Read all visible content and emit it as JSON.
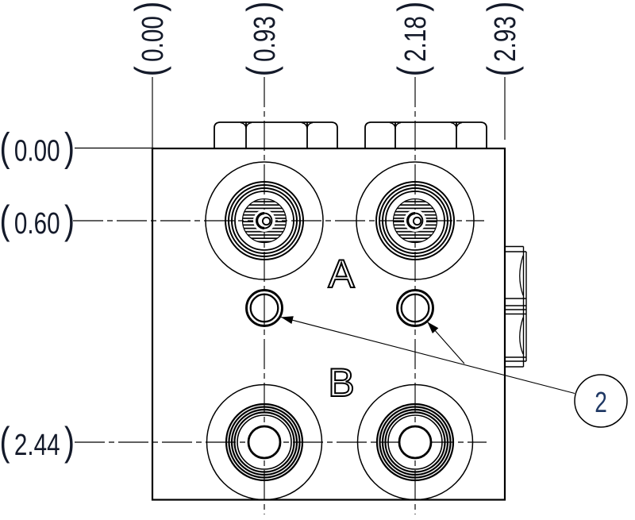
{
  "colors": {
    "line": "#000000",
    "dimension_text": "#141a2a",
    "balloon_text": "#1f3864",
    "background": "#ffffff"
  },
  "ordinates": {
    "top": [
      {
        "paren_open": "(",
        "value": "0.00",
        "paren_close": ")"
      },
      {
        "paren_open": "(",
        "value": "0.93",
        "paren_close": ")"
      },
      {
        "paren_open": "(",
        "value": "2.18",
        "paren_close": ")"
      },
      {
        "paren_open": "(",
        "value": "2.93",
        "paren_close": ")"
      }
    ],
    "left": [
      {
        "paren_open": "(",
        "value": "0.00",
        "paren_close": ")"
      },
      {
        "paren_open": "(",
        "value": "0.60",
        "paren_close": ")"
      },
      {
        "paren_open": "(",
        "value": "2.44",
        "paren_close": ")"
      }
    ]
  },
  "port_labels": {
    "a": "A",
    "b": "B"
  },
  "balloon": {
    "number": "2"
  }
}
